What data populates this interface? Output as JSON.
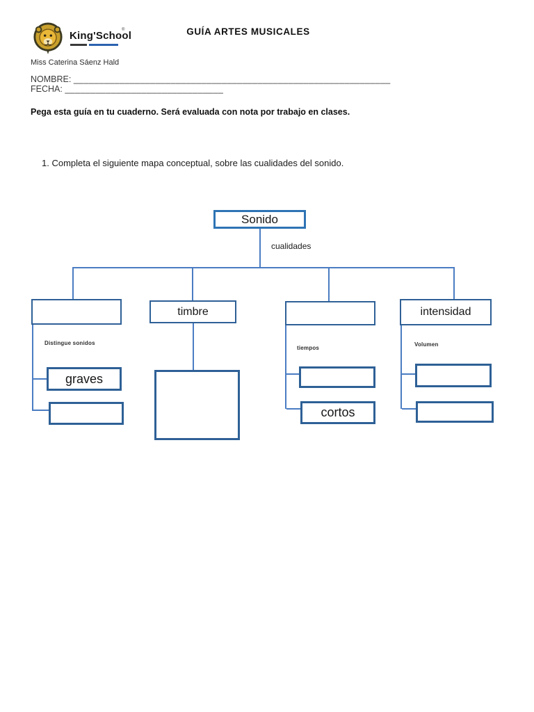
{
  "colors": {
    "connector": "#4a7cc2",
    "box_border": "#2e6096",
    "root_border": "#2e74b5",
    "text": "#1b1b1b",
    "logo_gold": "#e9b737"
  },
  "header": {
    "logo_text": "King'School",
    "logo_mark": "®",
    "title": "GUÍA ARTES MUSICALES",
    "teacher": "Miss Caterina Sáenz Hald",
    "nombre_label": "NOMBRE:",
    "nombre_blank": "______________________________________________________________",
    "fecha_label": "FECHA:",
    "fecha_blank": "_______________________________",
    "note": "Pega esta guía en tu cuaderno. Será evaluada con nota por trabajo en clases."
  },
  "task": {
    "item1": "1. Completa el siguiente mapa conceptual, sobre las cualidades del sonido."
  },
  "concept_map": {
    "root_label": "Sonido",
    "connector_label": "cualidades",
    "branches": [
      {
        "box_label": "",
        "hint": "Distingue sonidos",
        "children": [
          "graves",
          ""
        ]
      },
      {
        "box_label": "timbre",
        "hint": "",
        "children": [
          ""
        ]
      },
      {
        "box_label": "",
        "hint": "tiempos",
        "children": [
          "",
          "cortos"
        ]
      },
      {
        "box_label": "intensidad",
        "hint": "Volumen",
        "children": [
          "",
          ""
        ]
      }
    ]
  }
}
